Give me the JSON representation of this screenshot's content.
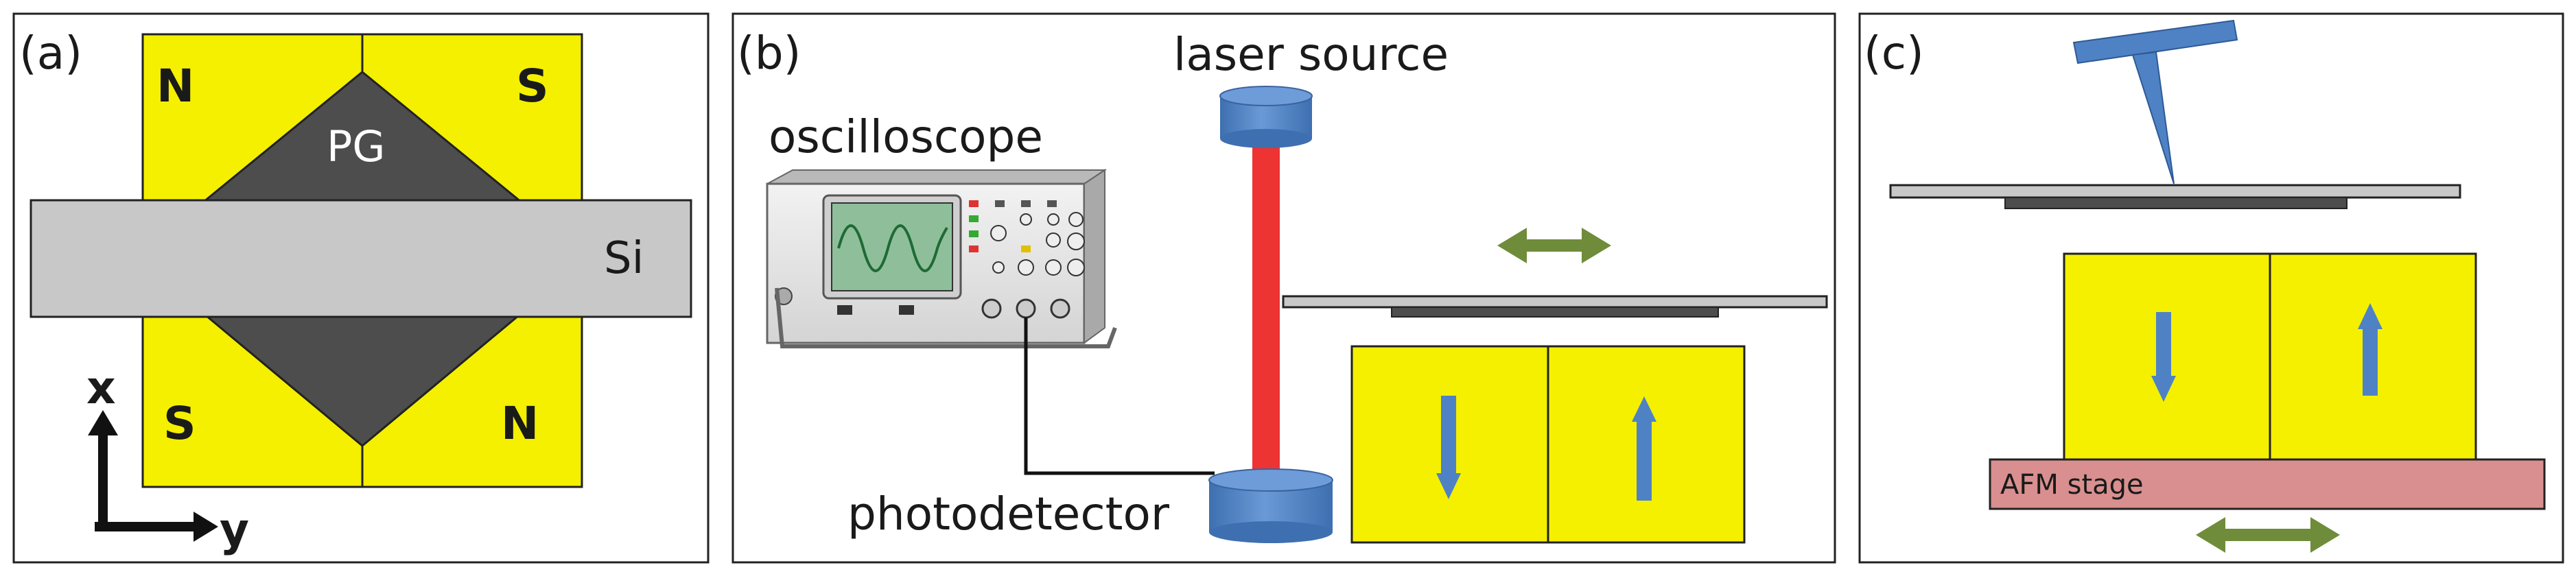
{
  "panels": {
    "a": {
      "tag": "(a)",
      "magnet_top_left": "N",
      "magnet_top_right": "S",
      "magnet_bottom_left": "S",
      "magnet_bottom_right": "N",
      "graphite_label": "PG",
      "substrate_label": "Si",
      "axis_x": "x",
      "axis_y": "y"
    },
    "b": {
      "tag": "(b)",
      "laser_label": "laser source",
      "oscilloscope_label": "oscilloscope",
      "photodetector_label": "photodetector"
    },
    "c": {
      "tag": "(c)",
      "stage_label": "AFM stage"
    }
  },
  "colors": {
    "magnet_yellow": "#f4f000",
    "graphite_gray": "#4d4d4d",
    "silicon_gray": "#c8c8c8",
    "laser_red": "#ee3333",
    "component_blue": "#4f82c4",
    "motion_arrow_green": "#6f8c3a",
    "stage_pink": "#d98f8f"
  }
}
